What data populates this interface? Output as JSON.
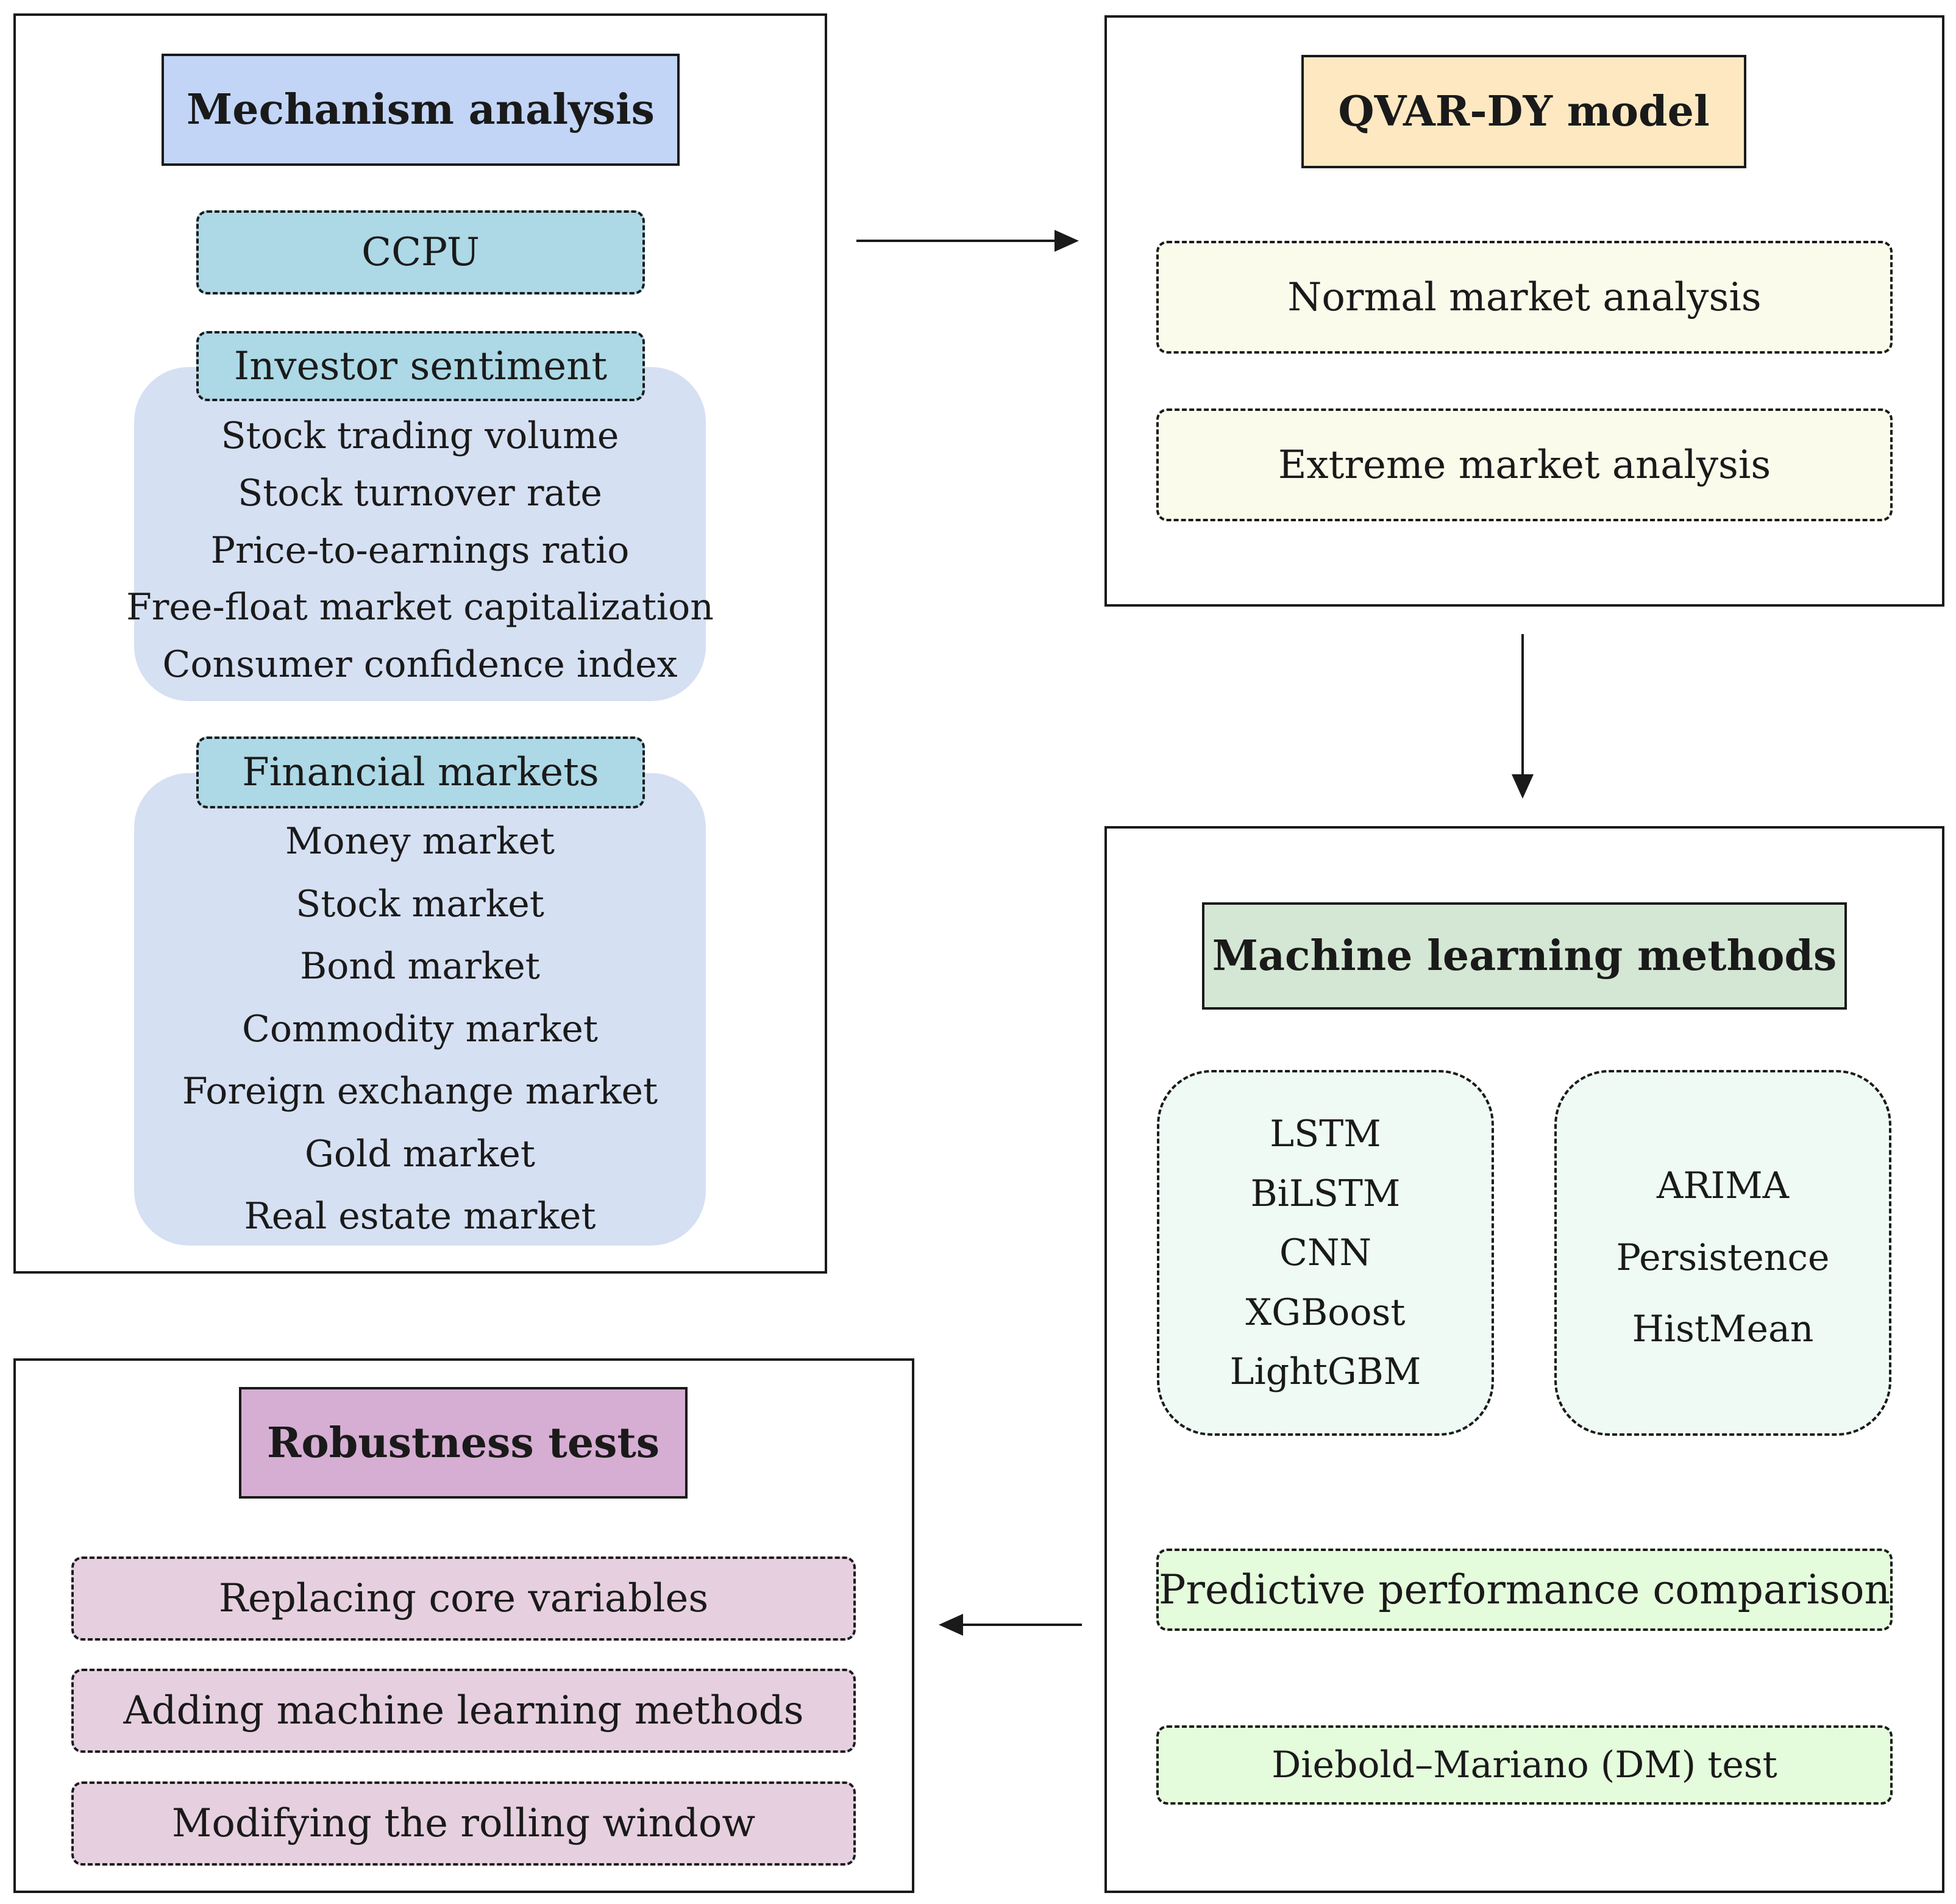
{
  "mechanism": {
    "title": "Mechanism analysis",
    "ccpu": "CCPU",
    "investor_sentiment": {
      "label": "Investor sentiment",
      "items": [
        "Stock trading volume",
        "Stock turnover rate",
        "Price-to-earnings ratio",
        "Free-float market capitalization",
        "Consumer confidence index"
      ]
    },
    "financial_markets": {
      "label": "Financial markets",
      "items": [
        "Money market",
        "Stock market",
        "Bond market",
        "Commodity market",
        "Foreign exchange market",
        "Gold market",
        "Real estate market"
      ]
    }
  },
  "qvar": {
    "title": "QVAR-DY model",
    "items": [
      "Normal market analysis",
      "Extreme market analysis"
    ]
  },
  "ml": {
    "title": "Machine learning methods",
    "group_left": [
      "LSTM",
      "BiLSTM",
      "CNN",
      "XGBoost",
      "LightGBM"
    ],
    "group_right": [
      "ARIMA",
      "Persistence",
      "HistMean"
    ],
    "comparison": "Predictive performance comparison",
    "dm_test": "Diebold–Mariano (DM) test"
  },
  "robustness": {
    "title": "Robustness tests",
    "items": [
      "Replacing core variables",
      "Adding machine learning methods",
      "Modifying the rolling window"
    ]
  },
  "colors": {
    "mechanism_title": "#c2d5f7",
    "qvar_title": "#fde8c2",
    "ml_title": "#d4e6d4",
    "robustness_title": "#d6aed3",
    "teal_box": "#add8e6",
    "blob": "#d6e0f3",
    "yellow_box": "#fafbea",
    "green_group": "#eefaf3",
    "green_box": "#e4fbdc",
    "pink_box": "#e6d0df"
  }
}
